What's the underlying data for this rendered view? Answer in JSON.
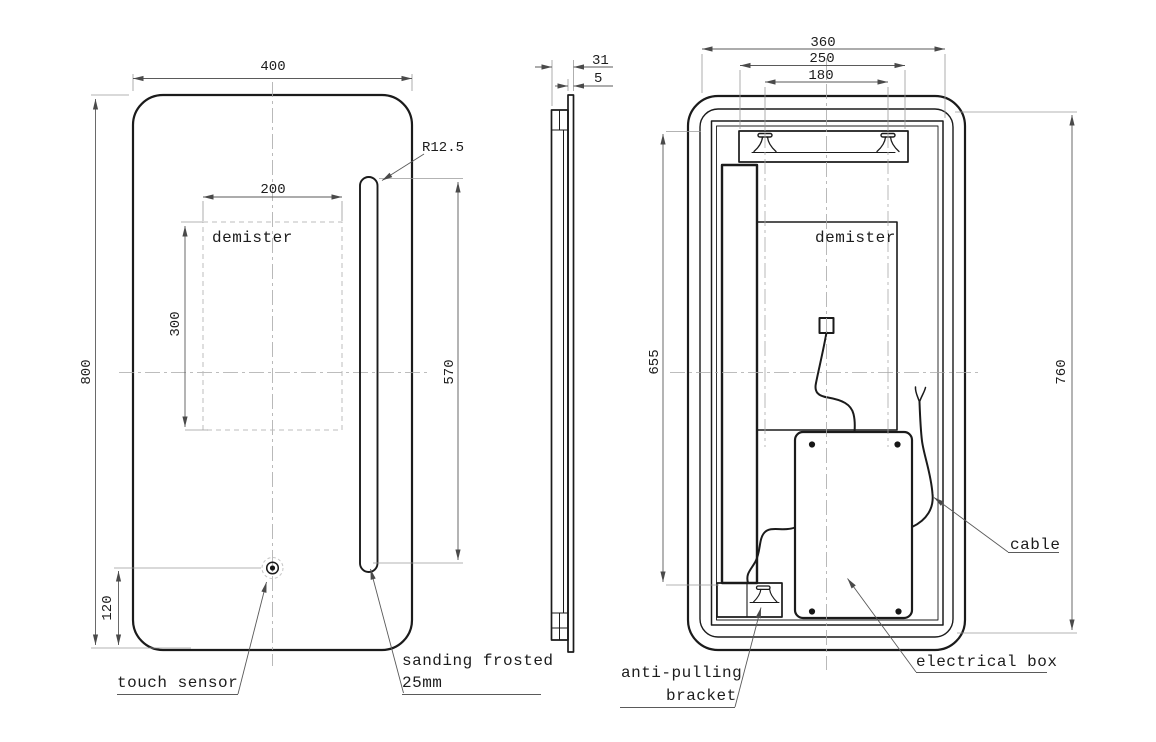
{
  "front_view": {
    "dim_width": "400",
    "dim_height": "800",
    "dim_demister_w": "200",
    "dim_demister_h": "300",
    "dim_strip_h": "570",
    "dim_sensor_offset": "120",
    "radius_callout": "R12.5",
    "demister_label": "demister",
    "touch_sensor_label": "touch sensor",
    "frosted_label_1": "sanding frosted",
    "frosted_label_2": "25mm"
  },
  "side_view": {
    "dim_thickness": "31",
    "dim_glass": "5"
  },
  "back_view": {
    "dim_width": "360",
    "dim_bracket_w": "250",
    "dim_hanger_spacing": "180",
    "dim_inner_h": "655",
    "dim_frame_h": "760",
    "demister_label": "demister",
    "cable_label": "cable",
    "anti_pulling_label_1": "anti-pulling",
    "anti_pulling_label_2": "bracket",
    "electrical_box_label": "electrical box"
  },
  "colors": {
    "line": "#1b1b1b",
    "dimension": "#5a5a5a",
    "background": "#ffffff"
  }
}
